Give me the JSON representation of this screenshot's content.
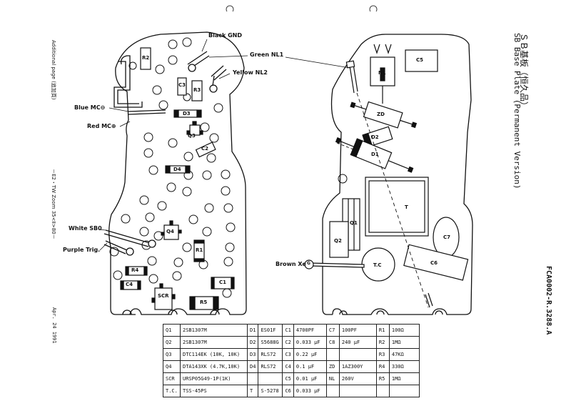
{
  "title_ja": "ＳＢ基板（恒久品）",
  "title_en": "SB Base Plate (Permanent Version)",
  "doc_code": "FCA0002-R.3288.A",
  "additional_page": "Additional page (追加頁)",
  "model_ref": "－E2・TW Zoom 35<Ⅱ>80－",
  "date": "Apr. 24 1991",
  "wire_labels": {
    "black_gnd": "Black GND",
    "green_nl1": "Green NL1",
    "yellow_nl2": "Yellow NL2",
    "blue_mc": "Blue MC⊖",
    "red_mc": "Red MC⊕",
    "white_sb0": "White SB0",
    "purple_trig": "Purple Trig.",
    "brown_xe": "Brown Xe",
    "xe_g": "G"
  },
  "component_labels": {
    "r2": "R2",
    "c3": "C3",
    "r3": "R3",
    "d3": "D3",
    "q3": "Q3",
    "c2": "C2",
    "d4": "D4",
    "q4": "Q4",
    "r1": "R1",
    "r4": "R4",
    "c4": "C4",
    "scr": "SCR",
    "c1": "C1",
    "r5": "R5",
    "c5": "C5",
    "nl": "NL",
    "zd": "ZD",
    "d2": "D2",
    "d1": "D1",
    "t": "T",
    "q1": "Q1",
    "q2": "Q2",
    "tc": "T.C",
    "c7": "C7",
    "c6": "C6"
  },
  "parts_table": [
    [
      "Q1",
      "2SB1307M",
      "D1",
      "ES01F",
      "C1",
      "4700PF",
      "C7",
      "100PF",
      "R1",
      "100Ω"
    ],
    [
      "Q2",
      "2SB1307M",
      "D2",
      "S5688G",
      "C2",
      "0.033 μF",
      "C8",
      "240 μF",
      "R2",
      "1MΩ"
    ],
    [
      "Q3",
      "DTC114EK (10K, 10K)",
      "D3",
      "RLS72",
      "C3",
      "0.22 μF",
      "",
      "",
      "R3",
      "47KΩ"
    ],
    [
      "Q4",
      "DTA143XK (4.7K,10K)",
      "D4",
      "RLS72",
      "C4",
      "0.1 μF",
      "ZD",
      "1AZ300Y",
      "R4",
      "330Ω"
    ],
    [
      "SCR",
      "URSP05G49-1P(1K)",
      "",
      "",
      "C5",
      "0.01 μF",
      "NL",
      "260V",
      "R5",
      "1MΩ"
    ],
    [
      "T.C.",
      "TSS-45PS",
      "T",
      "S-5278",
      "C6",
      "0.033 μF",
      "",
      "",
      "",
      ""
    ]
  ]
}
